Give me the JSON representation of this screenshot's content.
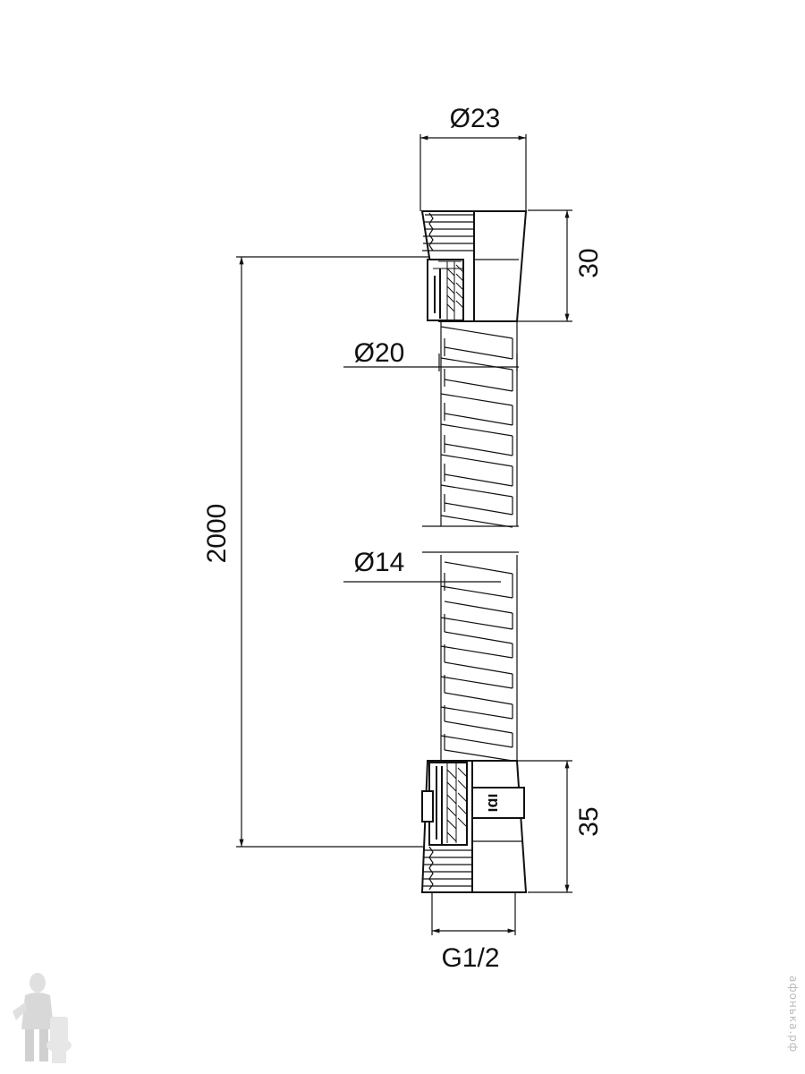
{
  "dimensions": {
    "top_fitting_diameter": "Ø23",
    "top_fitting_height": "30",
    "outer_diameter": "Ø20",
    "total_length": "2000",
    "inner_diameter": "Ø14",
    "bottom_fitting_height": "35",
    "thread": "G1/2"
  },
  "marks": {
    "fitting_label": "ıɒı"
  },
  "watermark": {
    "text": "афонька.рф"
  },
  "icons": {
    "logo": "plumber-with-toilet-icon"
  }
}
